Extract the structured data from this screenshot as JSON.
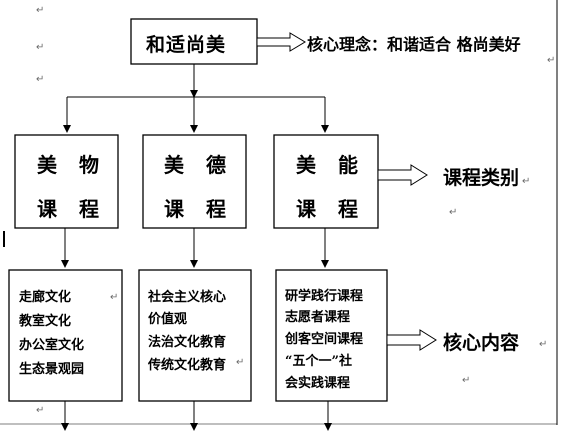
{
  "top": {
    "title": "和适尚美"
  },
  "core_idea": {
    "label": "核心理念：和谐适合 格尚美好"
  },
  "categories": [
    {
      "line1": "美物",
      "line2": "课程"
    },
    {
      "line1": "美德",
      "line2": "课程"
    },
    {
      "line1": "美能",
      "line2": "课程"
    }
  ],
  "category_label": "课程类别",
  "contents": [
    {
      "items": [
        "走廊文化",
        "教室文化",
        "办公室文化",
        "生态景观园"
      ]
    },
    {
      "items": [
        "社会主义核心",
        "价值观",
        "法治文化教育",
        "传统文化教育"
      ]
    },
    {
      "items": [
        "研学践行课程",
        "志愿者课程",
        "创客空间课程",
        "“五个一”社",
        "会实践课程"
      ]
    }
  ],
  "content_label": "核心内容",
  "paragraph_mark": "↵"
}
